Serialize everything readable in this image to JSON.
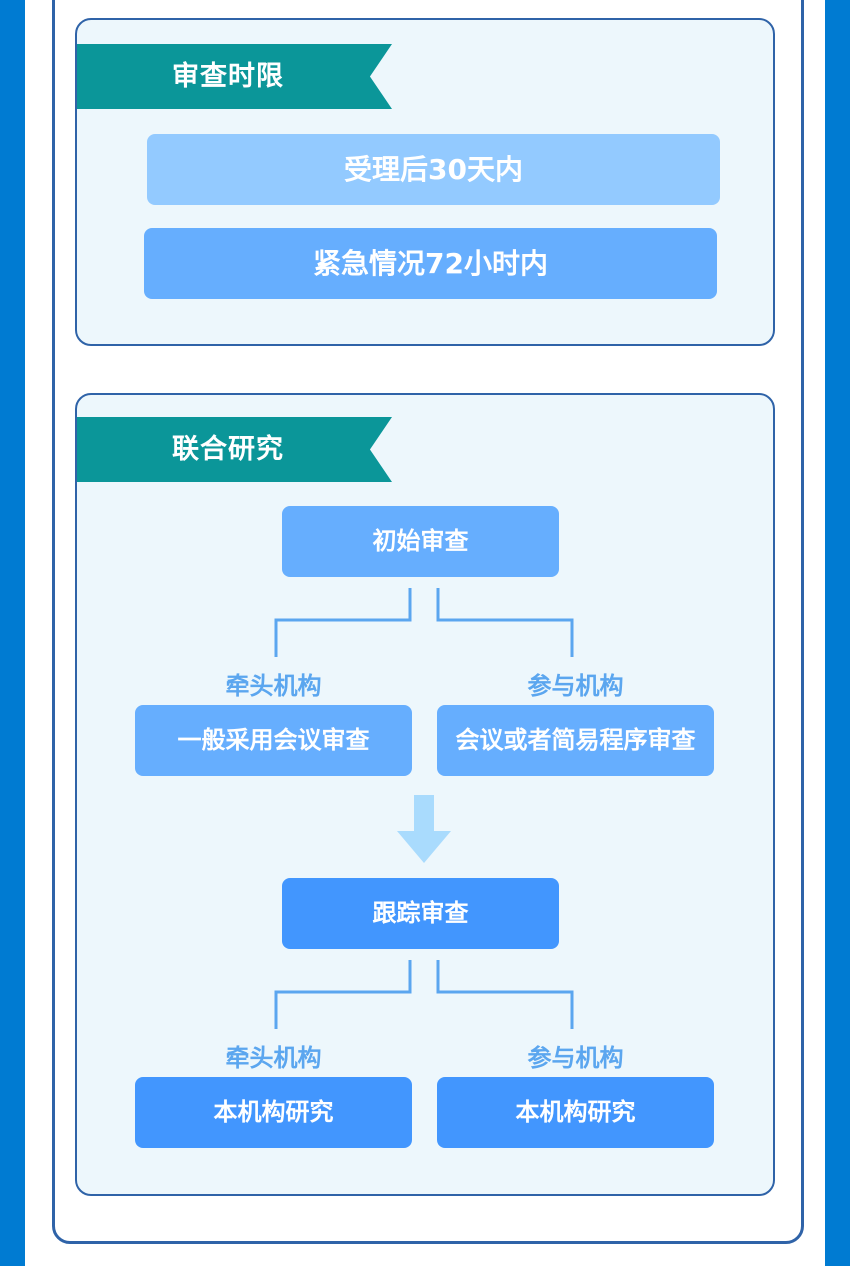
{
  "review_period": {
    "title": "审查时限",
    "items": [
      "受理后30天内",
      "紧急情况72小时内"
    ]
  },
  "joint_research": {
    "title": "联合研究",
    "initial_review": {
      "label": "初始审查",
      "lead": {
        "role": "牵头机构",
        "method": "一般采用会议审查"
      },
      "participant": {
        "role": "参与机构",
        "method": "会议或者简易程序审查"
      }
    },
    "follow_up_review": {
      "label": "跟踪审查",
      "lead": {
        "role": "牵头机构",
        "method": "本机构研究"
      },
      "participant": {
        "role": "参与机构",
        "method": "本机构研究"
      }
    }
  },
  "colors": {
    "side_bar": "#007bd2",
    "frame_border": "#2f63a8",
    "panel_bg": "#edf7fc",
    "ribbon": "#0b9699",
    "box_light": "#93caff",
    "box_mid": "#66aefe",
    "box_strong": "#4296fe",
    "role_text": "#5ba6ef",
    "arrow": "#a9dbfd"
  }
}
